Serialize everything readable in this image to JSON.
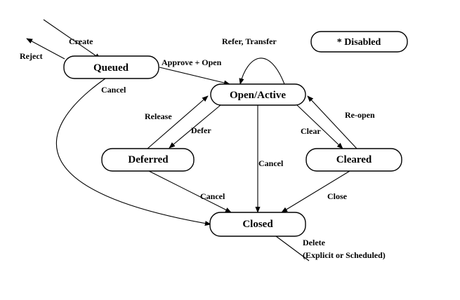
{
  "states": {
    "queued": "Queued",
    "open_active": "Open/Active",
    "deferred": "Deferred",
    "cleared": "Cleared",
    "closed": "Closed",
    "disabled": "* Disabled"
  },
  "transitions": {
    "create": "Create",
    "reject": "Reject",
    "approve_open": "Approve + Open",
    "cancel_from_queued": "Cancel",
    "refer_transfer": "Refer, Transfer",
    "release": "Release",
    "defer": "Defer",
    "clear": "Clear",
    "reopen": "Re-open",
    "cancel_from_open": "Cancel",
    "cancel_from_deferred": "Cancel",
    "close": "Close",
    "delete": "Delete",
    "delete_detail": "(Explicit or Scheduled)"
  }
}
